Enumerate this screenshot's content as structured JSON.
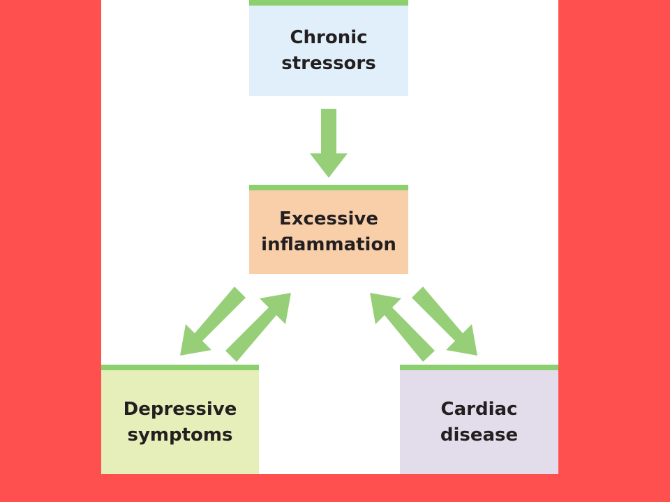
{
  "colors": {
    "background": "#ff5050",
    "panel": "#ffffff",
    "arrow": "#96cf78",
    "box_top_bar": "#8ccf6e",
    "chronic_box": "#e1effa",
    "inflammation_box": "#f9cfa9",
    "depressive_box": "#e6efb9",
    "cardiac_box": "#e3dceb"
  },
  "nodes": {
    "chronic": {
      "line1": "Chronic",
      "line2": "stressors"
    },
    "inflammation": {
      "line1": "Excessive",
      "line2": "inflammation"
    },
    "depressive": {
      "line1": "Depressive",
      "line2": "symptoms"
    },
    "cardiac": {
      "line1": "Cardiac",
      "line2": "disease"
    }
  },
  "edges": [
    {
      "from": "Chronic stressors",
      "to": "Excessive inflammation"
    },
    {
      "from": "Excessive inflammation",
      "to": "Depressive symptoms"
    },
    {
      "from": "Depressive symptoms",
      "to": "Excessive inflammation"
    },
    {
      "from": "Excessive inflammation",
      "to": "Cardiac disease"
    },
    {
      "from": "Cardiac disease",
      "to": "Excessive inflammation"
    }
  ]
}
